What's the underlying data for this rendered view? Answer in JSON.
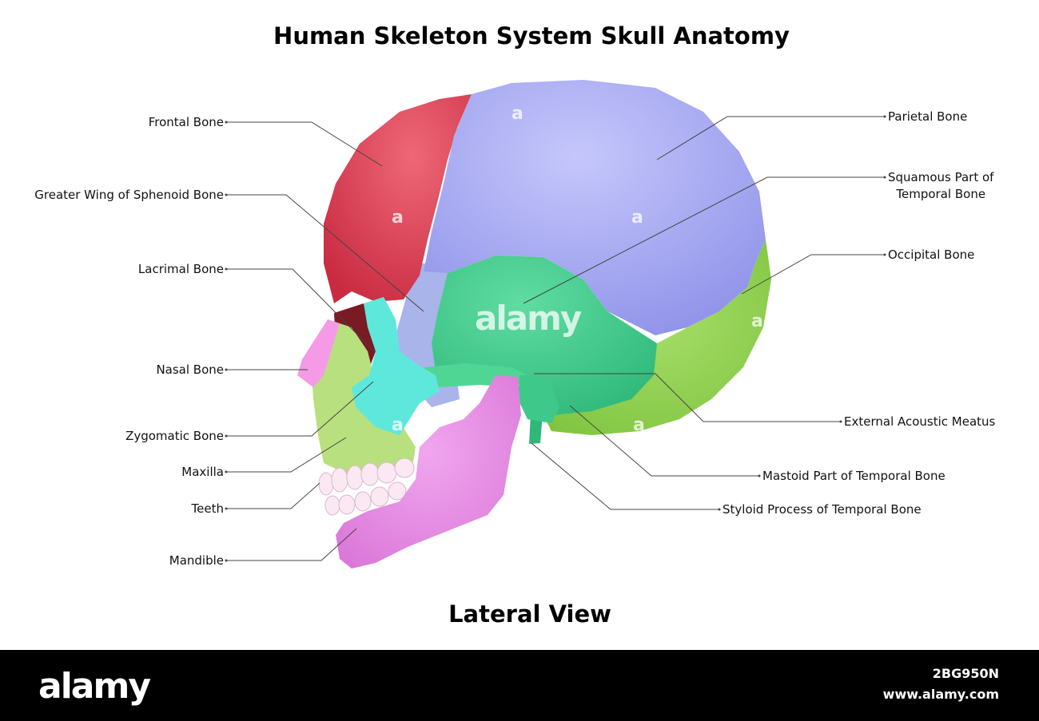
{
  "title": "Human Skeleton System Skull Anatomy",
  "subtitle": "Lateral View",
  "labels_left": [
    {
      "id": "frontal",
      "text": "Frontal Bone"
    },
    {
      "id": "sphenoid",
      "text": "Greater Wing of Sphenoid Bone"
    },
    {
      "id": "lacrimal",
      "text": "Lacrimal Bone"
    },
    {
      "id": "nasal",
      "text": "Nasal Bone"
    },
    {
      "id": "zygomatic",
      "text": "Zygomatic Bone"
    },
    {
      "id": "maxilla",
      "text": "Maxilla"
    },
    {
      "id": "teeth",
      "text": "Teeth"
    },
    {
      "id": "mandible",
      "text": "Mandible"
    }
  ],
  "labels_right": [
    {
      "id": "parietal",
      "text": "Parietal Bone"
    },
    {
      "id": "squamous",
      "text": "Squamous Part of\nTemporal Bone"
    },
    {
      "id": "occipital",
      "text": "Occipital Bone"
    },
    {
      "id": "acoustic",
      "text": "External Acoustic Meatus"
    },
    {
      "id": "mastoid",
      "text": "Mastoid Part of Temporal Bone"
    },
    {
      "id": "styloid",
      "text": "Styloid Process of Temporal Bone"
    }
  ],
  "colors": {
    "frontal": "#d8384c",
    "parietal": "#9a9cf0",
    "temporal": "#3fc98a",
    "occipital": "#8ccf4a",
    "sphenoid": "#a9b4ea",
    "zygomatic": "#5ee8dc",
    "maxilla": "#b9e07e",
    "nasal": "#f59ae6",
    "mandible": "#e686e2",
    "teeth": "#fbe8f3",
    "leader_line": "#444444",
    "footer_bg": "#000000"
  },
  "watermark": {
    "logo": "alamy",
    "image_id": "2BG950N",
    "site": "www.alamy.com",
    "center_mark": "alamy",
    "small_mark": "a"
  }
}
